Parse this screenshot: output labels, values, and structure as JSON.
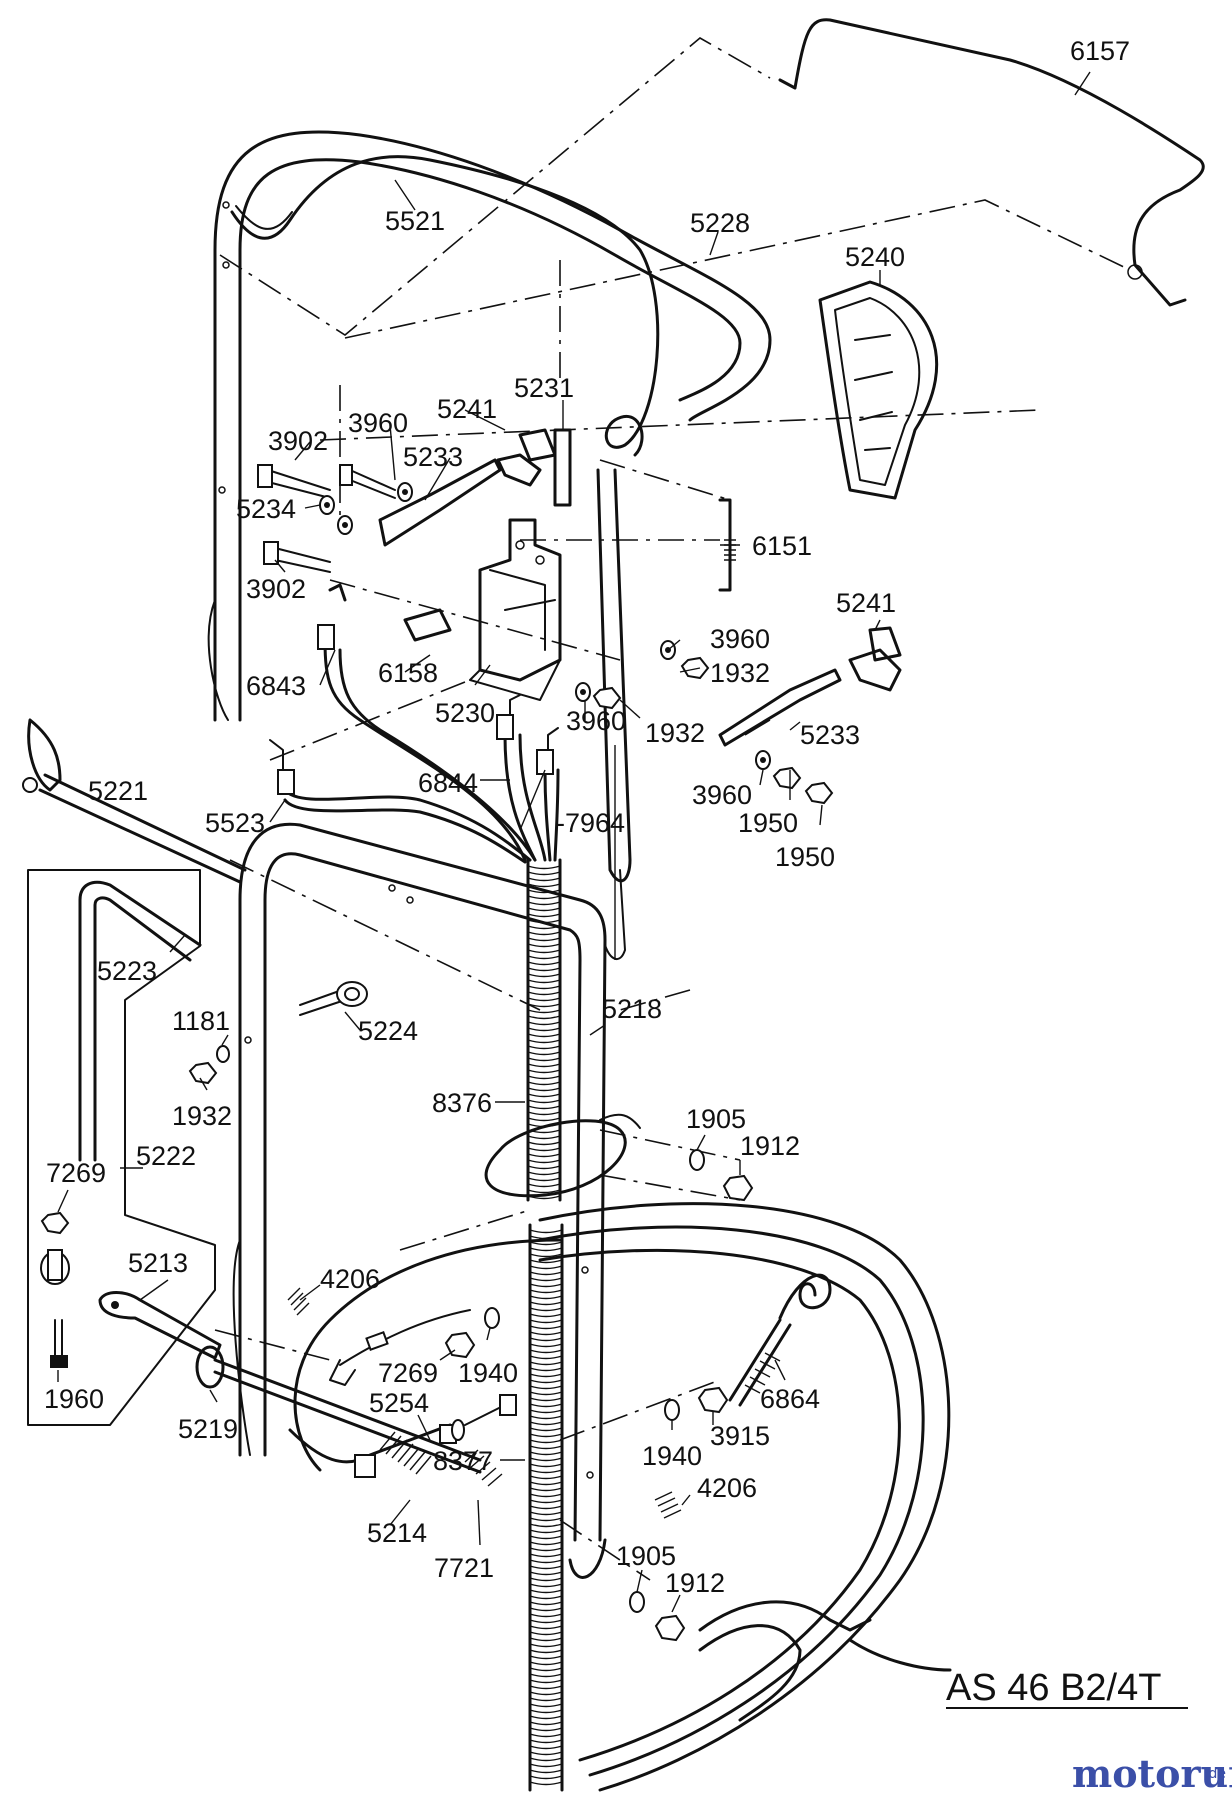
{
  "diagram": {
    "model": "AS 46 B2/4T",
    "watermark": "motoruf",
    "watermark_tld": ".de",
    "part_labels": {
      "p6157": "6157",
      "p5521": "5521",
      "p5228": "5228",
      "p5240": "5240",
      "p5231": "5231",
      "p5241a": "5241",
      "p3960a": "3960",
      "p3902a": "3902",
      "p5233a": "5233",
      "p5234": "5234",
      "p6151": "6151",
      "p3902b": "3902",
      "p5241b": "5241",
      "p3960b": "3960",
      "p1932a": "1932",
      "p6843": "6843",
      "p6158": "6158",
      "p5230": "5230",
      "p3960c": "3960",
      "p1932b": "1932",
      "p5233b": "5233",
      "p3960d": "3960",
      "p6844": "6844",
      "p1950a": "1950",
      "p5221": "5221",
      "p5523": "5523",
      "p7964": "-7964",
      "p1950b": "1950",
      "p5223": "5223",
      "p1181": "1181",
      "p5224": "5224",
      "p5218": "5218",
      "p1932c": "1932",
      "p8376": "8376",
      "p1905a": "1905",
      "p1912a": "1912",
      "p7269a": "7269",
      "p5222": "5222",
      "p5213": "5213",
      "p4206a": "4206",
      "p7269b": "7269",
      "p1940a": "1940",
      "p6864": "6864",
      "p1960": "1960",
      "p5254": "5254",
      "p5219": "5219",
      "p3915": "3915",
      "p1940b": "1940",
      "p8377": "8377",
      "p4206b": "4206",
      "p5214": "5214",
      "p7721": "7721",
      "p1905b": "1905",
      "p1912b": "1912"
    }
  }
}
